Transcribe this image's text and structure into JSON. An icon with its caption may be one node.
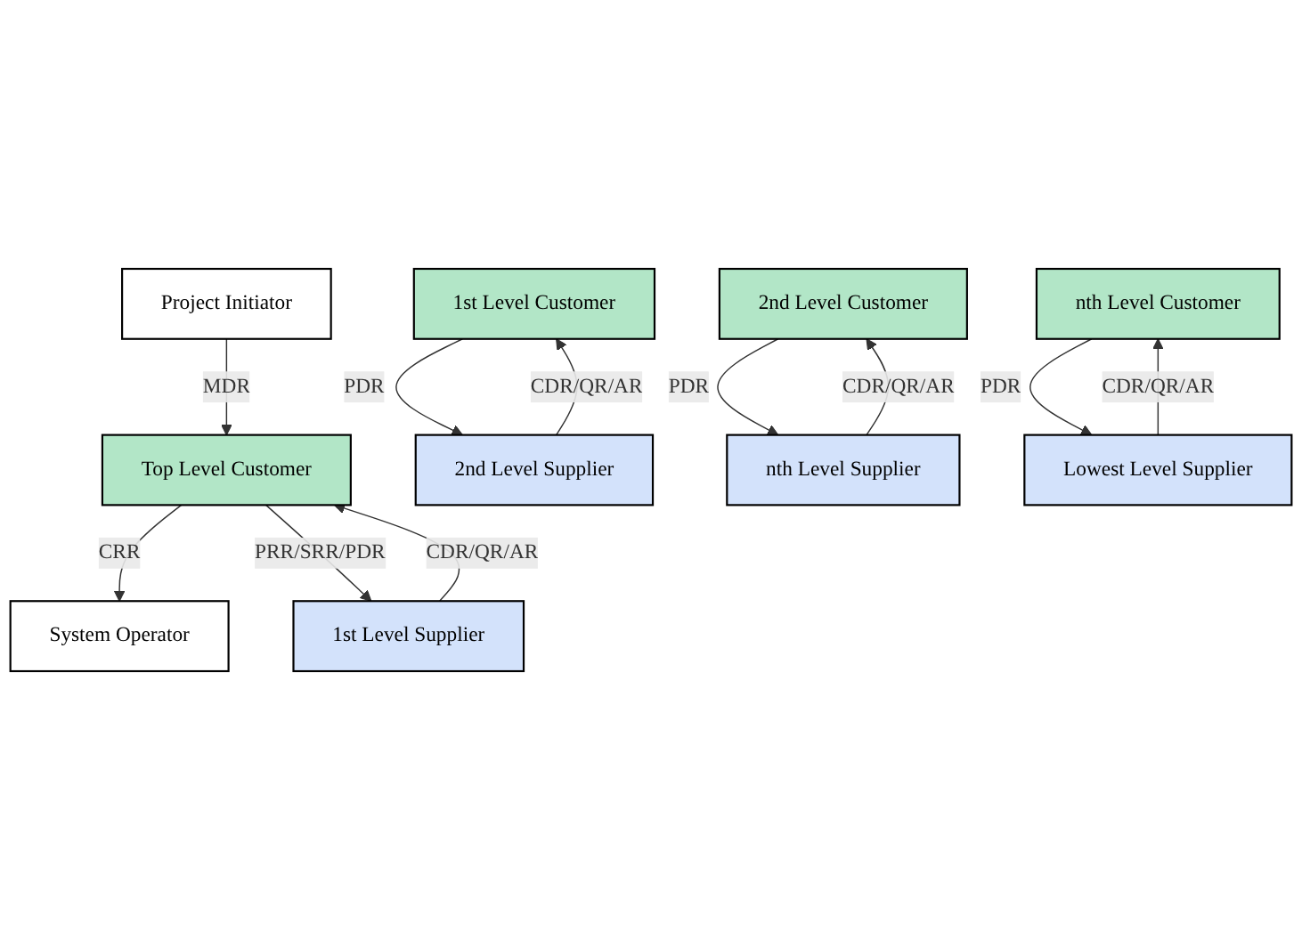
{
  "diagram": {
    "nodes": [
      {
        "text": [
          "Project Initiator"
        ]
      },
      {
        "text": [
          "System Operator"
        ]
      },
      {
        "text": [
          "Top Level Customer"
        ]
      },
      {
        "text": [
          "1st Level Supplier"
        ]
      },
      {
        "text": [
          "1st Level Customer"
        ]
      },
      {
        "text": [
          "2nd Level Supplier"
        ]
      },
      {
        "text": [
          "2nd Level Customer"
        ]
      },
      {
        "text": [
          "nth Level Supplier"
        ]
      },
      {
        "text": [
          "nth Level Customer"
        ]
      },
      {
        "text": [
          "Lowest Level Supplier"
        ]
      }
    ],
    "edges": [
      {
        "from": 0,
        "to": 2,
        "arrow": "to",
        "label": "MDR"
      },
      {
        "from": 2,
        "to": 1,
        "arrow": "to",
        "label": "CRR"
      },
      {
        "from": 2,
        "to": 3,
        "arrow": "to",
        "label": "PRR/SRR/PDR"
      },
      {
        "from": 3,
        "to": 2,
        "arrow": "to",
        "label": "CDR/QR/AR"
      },
      {
        "from": 4,
        "to": 5,
        "arrow": "to",
        "label": "PDR"
      },
      {
        "from": 5,
        "to": 4,
        "arrow": "to",
        "label": "CDR/QR/AR"
      },
      {
        "from": 6,
        "to": 7,
        "arrow": "to",
        "label": "PDR"
      },
      {
        "from": 7,
        "to": 6,
        "arrow": "to",
        "label": "CDR/QR/AR"
      },
      {
        "from": 8,
        "to": 9,
        "arrow": "to",
        "label": "PDR"
      },
      {
        "from": 9,
        "to": 8,
        "arrow": "to",
        "label": "CDR/QR/AR"
      }
    ]
  }
}
